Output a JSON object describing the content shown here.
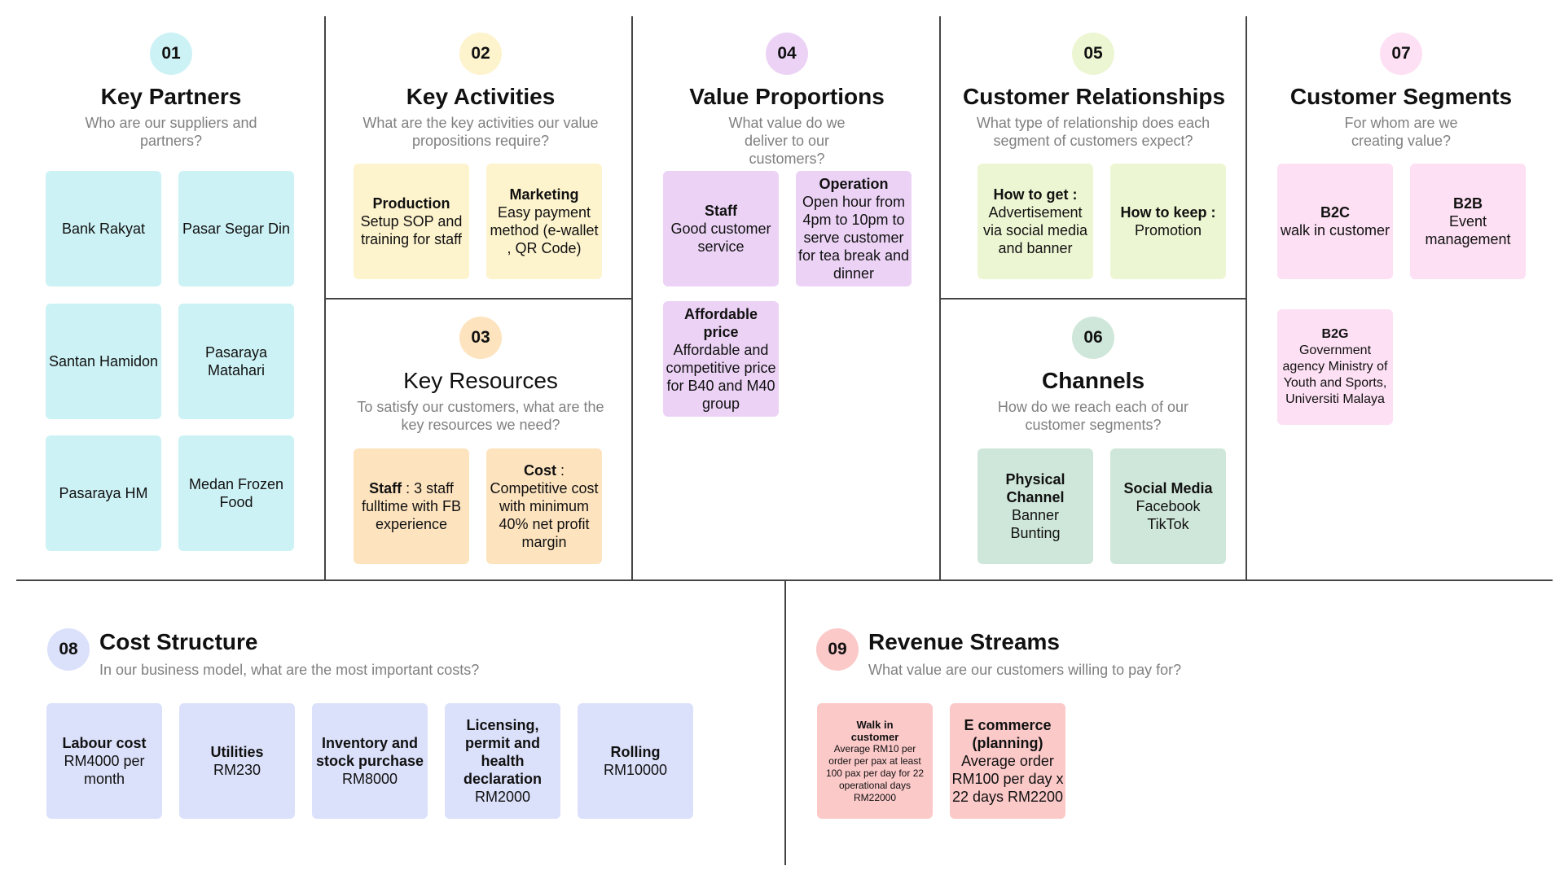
{
  "sections": {
    "key_partners": {
      "number": "01",
      "title": "Key Partners",
      "subtitle": "Who are our suppliers and partners?",
      "notes": [
        "Bank Rakyat",
        "Pasar Segar Din",
        "Santan Hamidon",
        "Pasaraya Matahari",
        "Pasaraya HM",
        "Medan Frozen Food"
      ]
    },
    "key_activities": {
      "number": "02",
      "title": "Key Activities",
      "subtitle": "What are the key activities our value propositions require?",
      "notes": [
        {
          "heading": "Production",
          "text": "Setup SOP and training for staff"
        },
        {
          "heading": "Marketing",
          "text": "Easy payment method (e-wallet , QR Code)"
        }
      ]
    },
    "key_resources": {
      "number": "03",
      "title": "Key Resources",
      "subtitle": "To satisfy our customers, what are the key resources we need?",
      "notes": [
        {
          "heading": "Staff",
          "text": " : 3 staff fulltime with FB experience"
        },
        {
          "heading": "Cost",
          "text": " : Competitive cost with minimum 40% net profit margin"
        }
      ]
    },
    "value_proportions": {
      "number": "04",
      "title": "Value Proportions",
      "subtitle": "What value do we deliver to our customers?",
      "notes": [
        {
          "heading": "Staff",
          "text": "Good customer service"
        },
        {
          "heading": "Operation",
          "text": "Open hour from 4pm to 10pm to serve customer for tea break and dinner"
        },
        {
          "heading": "Affordable price",
          "text": "Affordable and competitive price for B40 and M40 group"
        }
      ]
    },
    "customer_relationships": {
      "number": "05",
      "title": "Customer Relationships",
      "subtitle": "What type of relationship does each segment of customers expect?",
      "notes": [
        {
          "heading": "How to get :",
          "text": "Advertisement via social media and banner"
        },
        {
          "heading": "How to keep :",
          "text": "Promotion"
        }
      ]
    },
    "channels": {
      "number": "06",
      "title": "Channels",
      "subtitle": "How do we reach each of our customer segments?",
      "notes": [
        {
          "heading": "Physical Channel",
          "text": "Banner\nBunting"
        },
        {
          "heading": "Social Media",
          "text": "Facebook\nTikTok"
        }
      ]
    },
    "customer_segments": {
      "number": "07",
      "title": "Customer Segments",
      "subtitle": "For whom are we creating value?",
      "notes": [
        {
          "heading": "B2C",
          "text": "walk in customer"
        },
        {
          "heading": "B2B",
          "text": "Event management"
        },
        {
          "heading": "B2G",
          "text": "Government agency Ministry of Youth and Sports, Universiti Malaya"
        }
      ]
    },
    "cost_structure": {
      "number": "08",
      "title": "Cost Structure",
      "subtitle": "In our business model, what are the most important costs?",
      "notes": [
        {
          "heading": "Labour cost",
          "text": "RM4000 per month"
        },
        {
          "heading": "Utilities",
          "text": "RM230"
        },
        {
          "heading": "Inventory and stock purchase",
          "text": "RM8000"
        },
        {
          "heading": "Licensing, permit and health declaration",
          "text": "RM2000"
        },
        {
          "heading": "Rolling",
          "text": "RM10000"
        }
      ]
    },
    "revenue_streams": {
      "number": "09",
      "title": "Revenue Streams",
      "subtitle": "What value are our customers willing to pay for?",
      "notes": [
        {
          "heading": "Walk in customer",
          "text": "Average RM10 per order per pax at least 100 pax per day for 22 operational days RM22000"
        },
        {
          "heading": "E commerce (planning)",
          "text": "Average order RM100 per day x 22 days RM2200"
        }
      ]
    }
  },
  "colors": {
    "key_partners": "#cdf2f5",
    "key_activities": "#fdf3cd",
    "key_resources": "#fde3be",
    "value_proportions": "#ecd3f6",
    "customer_relationships": "#edf6d3",
    "channels": "#cfe7da",
    "customer_segments": "#fde0f3",
    "cost_structure": "#dce1fb",
    "revenue_streams": "#fcc9c9"
  }
}
